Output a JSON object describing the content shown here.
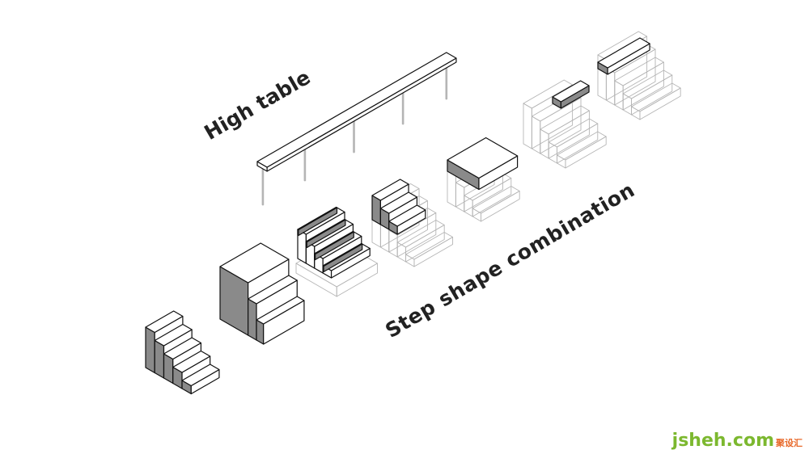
{
  "labels": {
    "high_table": "High table",
    "step_combination": "Step shape combination"
  },
  "watermark": {
    "brand": "jsheh.com",
    "chinese": "聚设汇"
  },
  "colors": {
    "line": "#111111",
    "shade": "#8a8a8a",
    "ghost": "#b5b5b5"
  }
}
